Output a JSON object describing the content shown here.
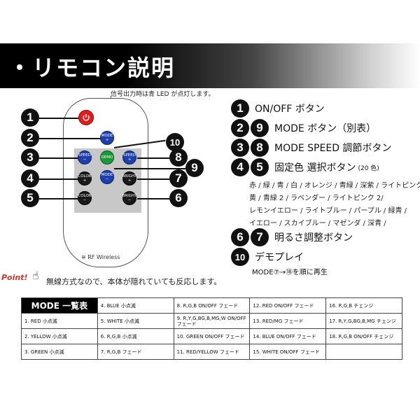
{
  "header": {
    "title": "・リモコン説明"
  },
  "remote": {
    "signal_note": "信号出力時は青 LED が点灯します。",
    "rf_label": "RF Wireless",
    "buttons": {
      "mode": "MODE\n+",
      "speed_minus": "SPEED\n−",
      "demo": "DEMO",
      "speed_plus": "SPEED\n+",
      "color_plus": "COLOR\n+",
      "mode_minus": "MODE\n−",
      "bright_plus": "BRIGHT\n+",
      "color_minus": "COLOR\n−",
      "bright_minus": "BRIGHT\n−"
    },
    "callouts": [
      "1",
      "2",
      "3",
      "4",
      "5",
      "6",
      "7",
      "8",
      "9",
      "10"
    ]
  },
  "features": {
    "f1": {
      "nums": [
        "1"
      ],
      "label": "ON/OFF ボタン"
    },
    "f2": {
      "nums": [
        "2",
        "9"
      ],
      "label": "MODE ボタン（別表）"
    },
    "f3": {
      "nums": [
        "3",
        "8"
      ],
      "label": "MODE SPEED 調節ボタン"
    },
    "f4": {
      "nums": [
        "4",
        "5"
      ],
      "label": "固定色 選択ボタン",
      "sub": "(20 色)"
    },
    "colors": [
      "赤 / 緑 / 青 / 白 / オレンジ / 青緑 / 深紫 / ライトピンク /",
      "黄 / 青緑 2 / ラベンダー / ライトピンク 2/",
      "レモンイエロー / ライトブルー / パープル / 緑青 /",
      "イエロー / スカイブルー / マゼンダ / 深青 /"
    ],
    "f5": {
      "nums": [
        "6",
        "7"
      ],
      "label": "明るさ調整ボタン"
    },
    "f6": {
      "nums": [
        "10"
      ],
      "label": "デモプレイ",
      "sub": "MODE⑦→⑱を順に再生"
    }
  },
  "point": {
    "label": "Point!",
    "hand_icon": "☝",
    "text": "無線方式なので、本体が隠れていても反応します。"
  },
  "table": {
    "header": "MODE 一覧表",
    "rows": [
      [
        "",
        "4. BLUE 小点滅",
        "8. R,G,B ON/OFF フェード",
        "12. RED ON/OFF フェード",
        "16. R,G,B チェンジ"
      ],
      [
        "1. RED 小点滅",
        "5. WHITE 小点滅",
        "9. R,Y,G,BG,B,MG,W ON/OFF フェード",
        "13. RED/MG フェード",
        "17. R,Y,G,BG,B,MG チェンジ"
      ],
      [
        "2. YELLOW 小点滅",
        "6. R,G,B 小点滅",
        "10. GREEN ON/OFF フェード",
        "14. BLUE ON/OFF フェード",
        "18. R,G,B ON/OFF チェンジ"
      ],
      [
        "3. GREEN 小点滅",
        "7. R,G,B フェード",
        "11. RED/YELLOW フェード",
        "15. WHITE ON/OFF フェード",
        ""
      ]
    ]
  }
}
